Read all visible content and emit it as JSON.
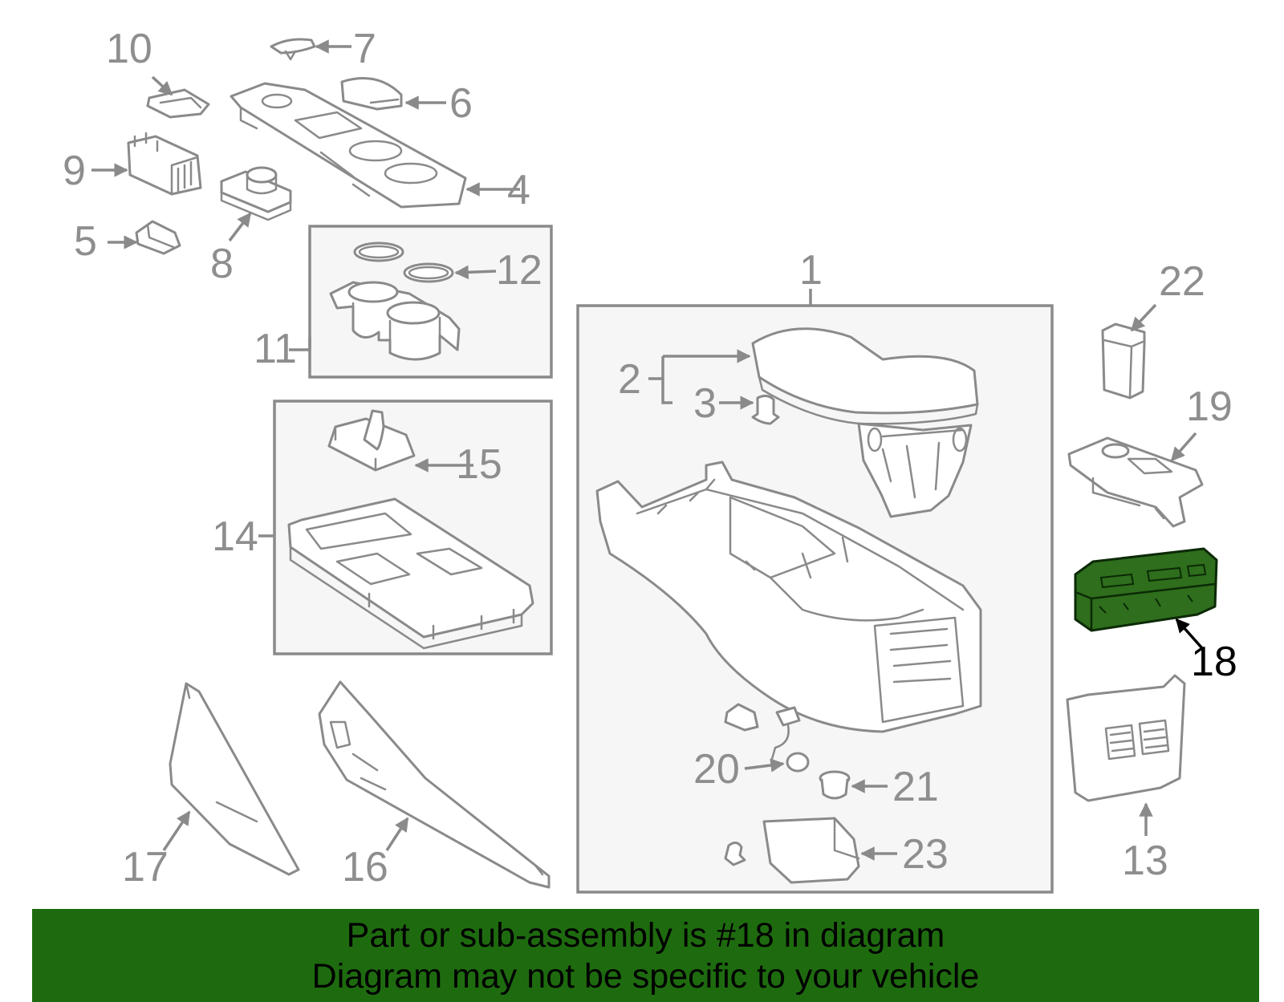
{
  "callouts": {
    "c1": "1",
    "c2": "2",
    "c3": "3",
    "c4": "4",
    "c5": "5",
    "c6": "6",
    "c7": "7",
    "c8": "8",
    "c9": "9",
    "c10": "10",
    "c11": "11",
    "c12": "12",
    "c13": "13",
    "c14": "14",
    "c15": "15",
    "c16": "16",
    "c17": "17",
    "c18": "18",
    "c19": "19",
    "c20": "20",
    "c21": "21",
    "c22": "22",
    "c23": "23"
  },
  "highlight": {
    "part": "18",
    "color": "#2e6e1c"
  },
  "banner": {
    "line1": "Part or sub-assembly is #18 in diagram",
    "line2": "Diagram may not be specific to your vehicle",
    "color": "#1e6b0f"
  }
}
